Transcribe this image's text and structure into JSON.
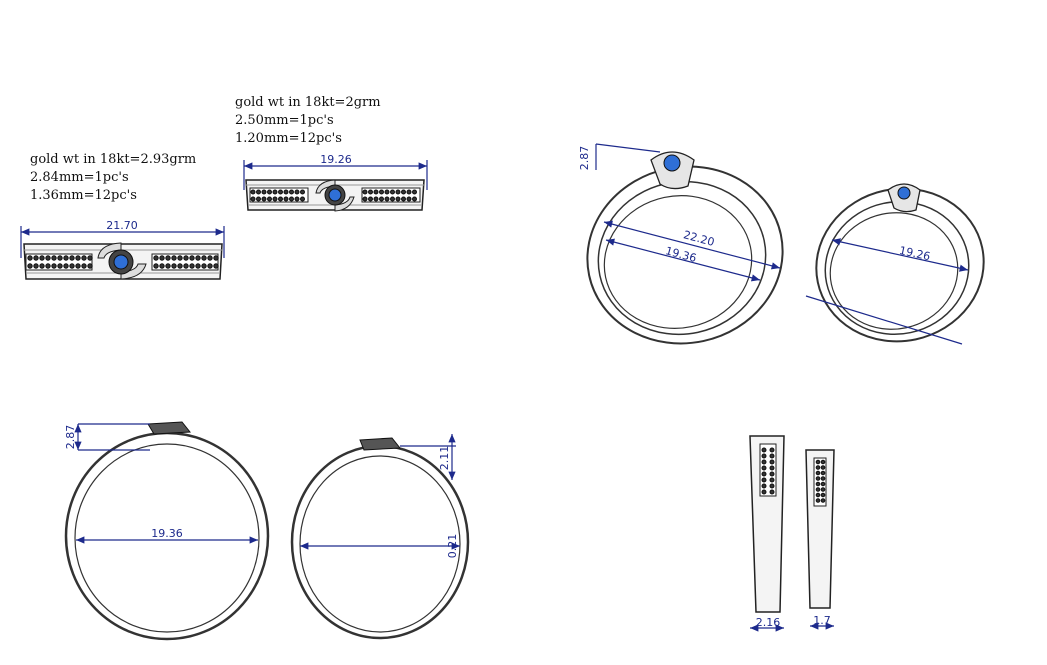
{
  "specs": {
    "ring_a": {
      "gold_weight": "gold wt in 18kt=2.93grm",
      "center_stone": "2.84mm=1pc's",
      "side_stones": "1.36mm=12pc's"
    },
    "ring_b": {
      "gold_weight": "gold wt in 18kt=2grm",
      "center_stone": "2.50mm=1pc's",
      "side_stones": "1.20mm=12pc's"
    }
  },
  "dimensions": {
    "top_width_a": "21.70",
    "top_width_b": "19.26",
    "persp_height_a": "2.87",
    "persp_outer_a": "22.20",
    "persp_inner_a": "19.36",
    "persp_inner_b": "19.26",
    "front_height_a": "2.87",
    "front_inner_a": "19.36",
    "front_height_b": "2.11",
    "front_inner_b": "0.21",
    "side_width_a": "2.16",
    "side_width_b": "1.7"
  },
  "colors": {
    "dimension": "#1d2a8c",
    "stone": "#2f6fd6",
    "metal_outline": "#222222"
  }
}
